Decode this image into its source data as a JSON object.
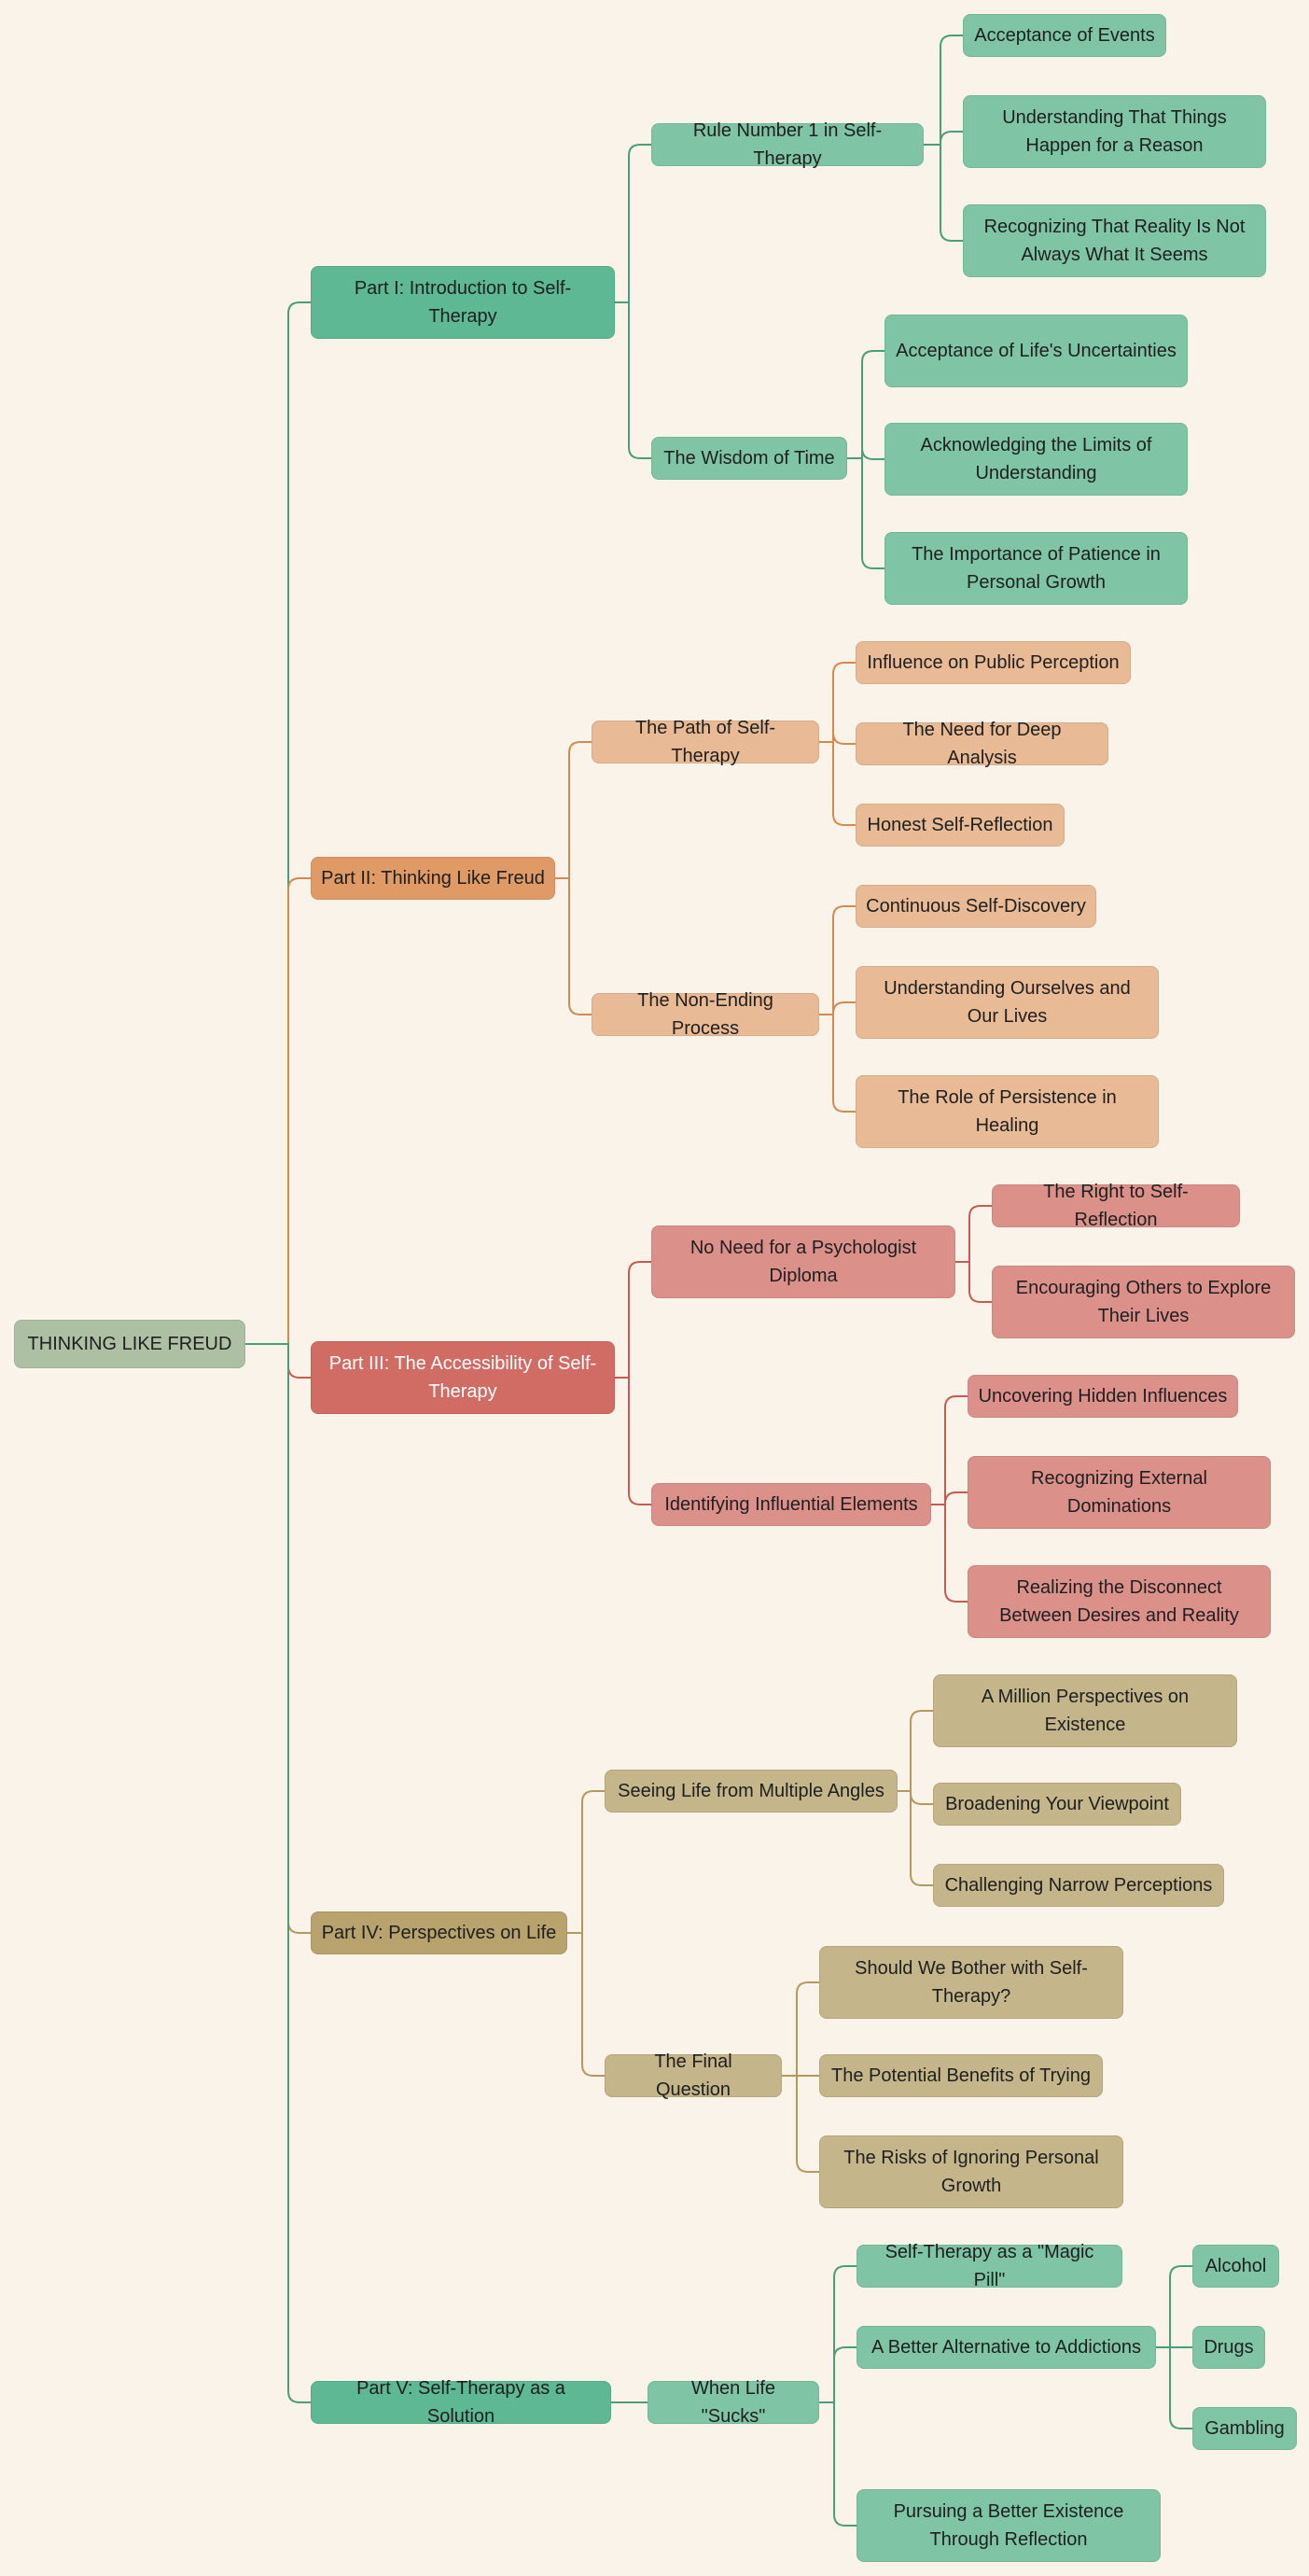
{
  "root": {
    "id": "root",
    "label": "THINKING LIKE FREUD"
  },
  "parts": [
    {
      "id": "p1",
      "label": "Part I: Introduction to Self-Therapy",
      "color": "#5db893",
      "light": "#7fc5a5",
      "line": "#4a9e79",
      "text": "#1f1f1f",
      "children": [
        {
          "id": "p1a",
          "label": "Rule Number 1 in Self-Therapy",
          "children": [
            {
              "id": "p1a1",
              "label": "Acceptance of Events"
            },
            {
              "id": "p1a2",
              "label": "Understanding That Things Happen for a Reason"
            },
            {
              "id": "p1a3",
              "label": "Recognizing That Reality Is Not Always What It Seems"
            }
          ]
        },
        {
          "id": "p1b",
          "label": "The Wisdom of Time",
          "children": [
            {
              "id": "p1b1",
              "label": "Acceptance of Life's Uncertainties"
            },
            {
              "id": "p1b2",
              "label": "Acknowledging the Limits of Understanding"
            },
            {
              "id": "p1b3",
              "label": "The Importance of Patience in Personal Growth"
            }
          ]
        }
      ]
    },
    {
      "id": "p2",
      "label": "Part II: Thinking Like Freud",
      "color": "#df9a66",
      "light": "#e8ba95",
      "line": "#d4894f",
      "text": "#1f1f1f",
      "children": [
        {
          "id": "p2a",
          "label": "The Path of Self-Therapy",
          "children": [
            {
              "id": "p2a1",
              "label": "Influence on Public Perception"
            },
            {
              "id": "p2a2",
              "label": "The Need for Deep Analysis"
            },
            {
              "id": "p2a3",
              "label": "Honest Self-Reflection"
            }
          ]
        },
        {
          "id": "p2b",
          "label": "The Non-Ending Process",
          "children": [
            {
              "id": "p2b1",
              "label": "Continuous Self-Discovery"
            },
            {
              "id": "p2b2",
              "label": "Understanding Ourselves and Our Lives"
            },
            {
              "id": "p2b3",
              "label": "The Role of Persistence in Healing"
            }
          ]
        }
      ]
    },
    {
      "id": "p3",
      "label": "Part III: The Accessibility of Self-Therapy",
      "color": "#d06c63",
      "light": "#db918a",
      "line": "#c65a50",
      "text": "#ffffff",
      "children": [
        {
          "id": "p3a",
          "label": "No Need for a Psychologist Diploma",
          "children": [
            {
              "id": "p3a1",
              "label": "The Right to Self-Reflection"
            },
            {
              "id": "p3a2",
              "label": "Encouraging Others to Explore Their Lives"
            }
          ]
        },
        {
          "id": "p3b",
          "label": "Identifying Influential Elements",
          "children": [
            {
              "id": "p3b1",
              "label": "Uncovering Hidden Influences"
            },
            {
              "id": "p3b2",
              "label": "Recognizing External Dominations"
            },
            {
              "id": "p3b3",
              "label": "Realizing the Disconnect Between Desires and Reality"
            }
          ]
        }
      ]
    },
    {
      "id": "p4",
      "label": "Part IV: Perspectives on Life",
      "color": "#b8a26e",
      "light": "#c4b58b",
      "line": "#b29a5e",
      "text": "#1f1f1f",
      "children": [
        {
          "id": "p4a",
          "label": "Seeing Life from Multiple Angles",
          "children": [
            {
              "id": "p4a1",
              "label": "A Million Perspectives on Existence"
            },
            {
              "id": "p4a2",
              "label": "Broadening Your Viewpoint"
            },
            {
              "id": "p4a3",
              "label": "Challenging Narrow Perceptions"
            }
          ]
        },
        {
          "id": "p4b",
          "label": "The Final Question",
          "children": [
            {
              "id": "p4b1",
              "label": "Should We Bother with Self-Therapy?"
            },
            {
              "id": "p4b2",
              "label": "The Potential Benefits of Trying"
            },
            {
              "id": "p4b3",
              "label": "The Risks of Ignoring Personal Growth"
            }
          ]
        }
      ]
    },
    {
      "id": "p5",
      "label": "Part V: Self-Therapy as a Solution",
      "color": "#5db893",
      "light": "#7fc5a5",
      "line": "#4a9e79",
      "text": "#1f1f1f",
      "children": [
        {
          "id": "p5a",
          "label": "When Life \"Sucks\"",
          "children": [
            {
              "id": "p5a1",
              "label": "Self-Therapy as a \"Magic Pill\""
            },
            {
              "id": "p5a2",
              "label": "A Better Alternative to Addictions",
              "children": [
                {
                  "id": "p5a2x",
                  "label": "Alcohol"
                },
                {
                  "id": "p5a2y",
                  "label": "Drugs"
                },
                {
                  "id": "p5a2z",
                  "label": "Gambling"
                }
              ]
            },
            {
              "id": "p5a3",
              "label": "Pursuing a Better Existence Through Reflection"
            }
          ]
        }
      ]
    }
  ],
  "colors": {
    "background": "#f9f3ea",
    "root_fill": "#aec0a4",
    "root_line": "#4a9e79"
  }
}
